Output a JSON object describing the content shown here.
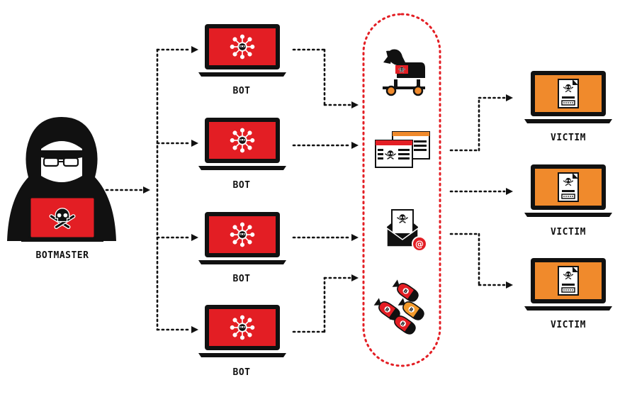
{
  "diagram": {
    "botmaster_label": "BOTMASTER",
    "bot_labels": [
      "BOT",
      "BOT",
      "BOT",
      "BOT"
    ],
    "victim_labels": [
      "VICTIM",
      "VICTIM",
      "VICTIM"
    ],
    "attack_vectors": [
      "trojan-horse-icon",
      "spam-document-icon",
      "phishing-email-icon",
      "bomb-icon"
    ],
    "colors": {
      "bot_screen": "#e31e24",
      "victim_screen": "#f08a2c",
      "ink": "#111111",
      "dotted_border": "#e31e24",
      "bomb_orange": "#f39a2b"
    }
  }
}
